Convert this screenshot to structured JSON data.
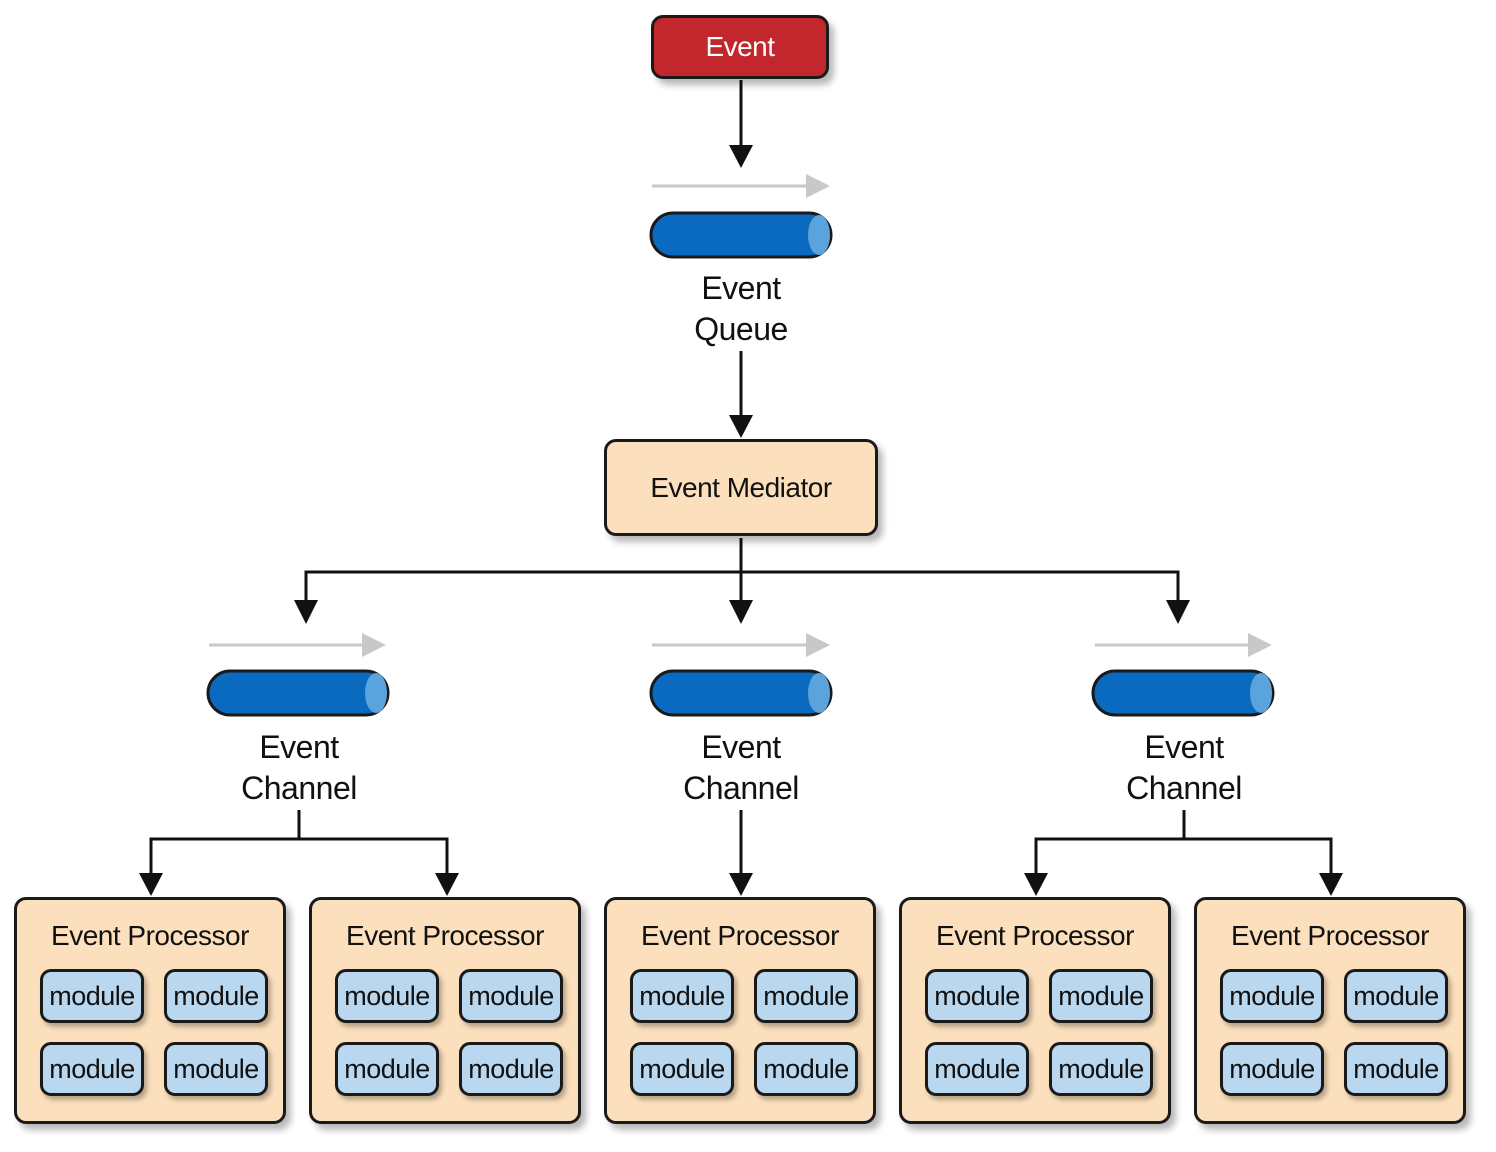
{
  "event": {
    "label": "Event"
  },
  "queue": {
    "line1": "Event",
    "line2": "Queue"
  },
  "mediator": {
    "label": "Event Mediator"
  },
  "channels": [
    {
      "line1": "Event",
      "line2": "Channel"
    },
    {
      "line1": "Event",
      "line2": "Channel"
    },
    {
      "line1": "Event",
      "line2": "Channel"
    }
  ],
  "processors": [
    {
      "title": "Event Processor",
      "modules": [
        "module",
        "module",
        "module",
        "module"
      ]
    },
    {
      "title": "Event Processor",
      "modules": [
        "module",
        "module",
        "module",
        "module"
      ]
    },
    {
      "title": "Event Processor",
      "modules": [
        "module",
        "module",
        "module",
        "module"
      ]
    },
    {
      "title": "Event Processor",
      "modules": [
        "module",
        "module",
        "module",
        "module"
      ]
    },
    {
      "title": "Event Processor",
      "modules": [
        "module",
        "module",
        "module",
        "module"
      ]
    }
  ],
  "colors": {
    "event_fill": "#c2272d",
    "box_fill": "#fce0bd",
    "pipe_fill": "#0a6abf",
    "pipe_end": "#5ba3dc",
    "module_fill": "#b9d8ef",
    "flow_arrow": "#c8c8c8",
    "outline": "#1a1a1a"
  }
}
